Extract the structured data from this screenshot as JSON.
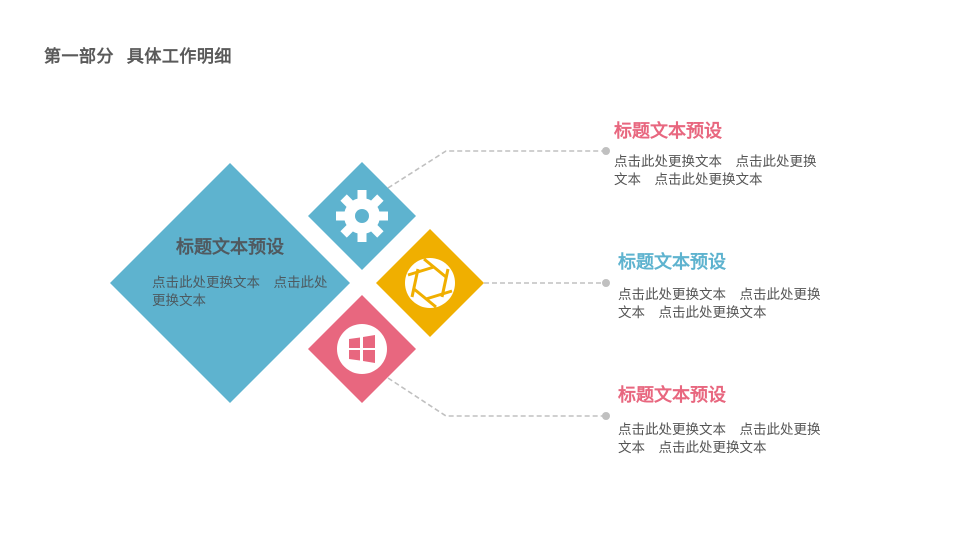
{
  "page": {
    "title": "第一部分  具体工作明细"
  },
  "colors": {
    "blue": "#5EB3CF",
    "yellow": "#F0AF00",
    "pink": "#E8677F",
    "connector": "#C0C0C0",
    "title_text": "#5A5A5A"
  },
  "main": {
    "title": "标题文本预设",
    "desc": "点击此处更换文本　点击此处更换文本"
  },
  "tiles": [
    {
      "icon": "gear-icon",
      "color": "#5EB3CF"
    },
    {
      "icon": "aperture-icon",
      "color": "#F0AF00"
    },
    {
      "icon": "windows-icon",
      "color": "#E8677F"
    }
  ],
  "items": [
    {
      "title": "标题文本预设",
      "color": "#E8677F",
      "desc": "点击此处更换文本　点击此处更换文本　点击此处更换文本"
    },
    {
      "title": "标题文本预设",
      "color": "#5EB3CF",
      "desc": "点击此处更换文本　点击此处更换文本　点击此处更换文本"
    },
    {
      "title": "标题文本预设",
      "color": "#E8677F",
      "desc": "点击此处更换文本　点击此处更换文本　点击此处更换文本"
    }
  ]
}
